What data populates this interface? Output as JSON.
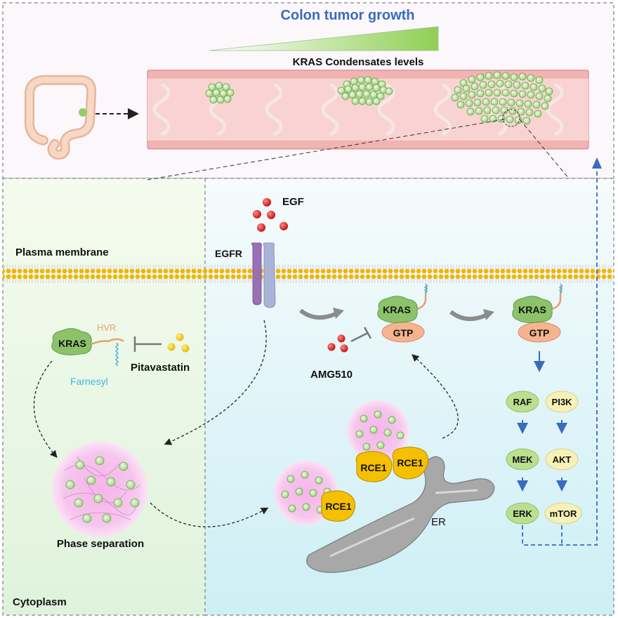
{
  "top_panel": {
    "title": "Colon tumor growth",
    "gradient_label": "KRAS Condensates levels"
  },
  "membrane": {
    "label": "Plasma membrane",
    "ligand": "EGF",
    "receptor": "EGFR"
  },
  "left_panel": {
    "kras": "KRAS",
    "hvr": "HVR",
    "farnesyl": "Farnesyl",
    "inhibitor": "Pitavastatin",
    "phase_label": "Phase separation",
    "cytoplasm": "Cytoplasm"
  },
  "right_panel": {
    "kras_1": "KRAS",
    "gtp_1": "GTP",
    "kras_2": "KRAS",
    "gtp_2": "GTP",
    "drug": "AMG510",
    "enzyme_1": "RCE1",
    "enzyme_2": "RCE1",
    "enzyme_3": "RCE1",
    "organelle": "ER"
  },
  "pathway": {
    "raf": "RAF",
    "pi3k": "PI3K",
    "mek": "MEK",
    "akt": "AKT",
    "erk": "ERK",
    "mtor": "mTOR"
  },
  "colors": {
    "title_blue": "#3a6bbd",
    "cell_green": "#7fbf5f",
    "droplet_pink": "#f2a6e0",
    "rce1_yellow": "#f5c000",
    "gtp_peach": "#f4b48f",
    "membrane_orange": "#f4b400",
    "dash_blue": "#3a6bbd"
  }
}
